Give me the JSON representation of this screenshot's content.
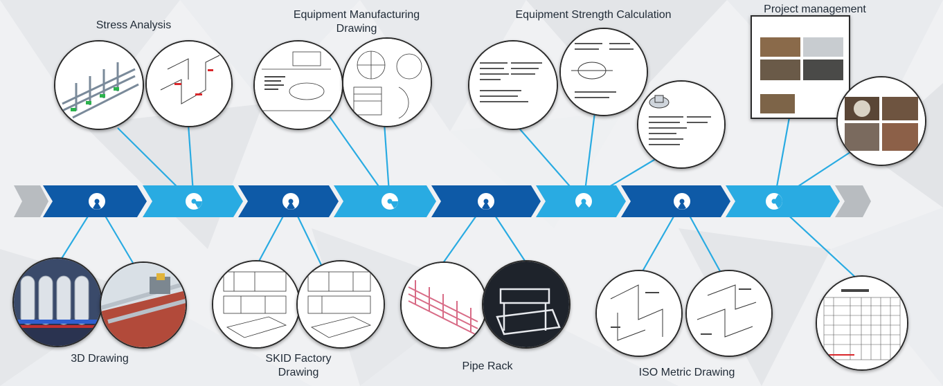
{
  "stages": [
    {
      "key": "3d-drawing",
      "label": "3D Drawing"
    },
    {
      "key": "stress-analysis",
      "label": "Stress Analysis"
    },
    {
      "key": "skid-factory-drawing",
      "label_line1": "SKID Factory",
      "label_line2": "Drawing"
    },
    {
      "key": "equipment-manufacturing-drawing",
      "label_line1": "Equipment Manufacturing",
      "label_line2": "Drawing"
    },
    {
      "key": "pipe-rack",
      "label": "Pipe Rack"
    },
    {
      "key": "equipment-strength-calculation",
      "label": "Equipment Strength Calculation"
    },
    {
      "key": "iso-metric-drawing",
      "label": "ISO Metric Drawing"
    },
    {
      "key": "project-management",
      "label": "Project management"
    }
  ],
  "colors": {
    "dark_blue": "#0e5aa7",
    "light_blue": "#29abe2",
    "gray_arrow": "#b8bcc0",
    "connector": "#29abe2",
    "circle_border": "#2a2a2a"
  }
}
